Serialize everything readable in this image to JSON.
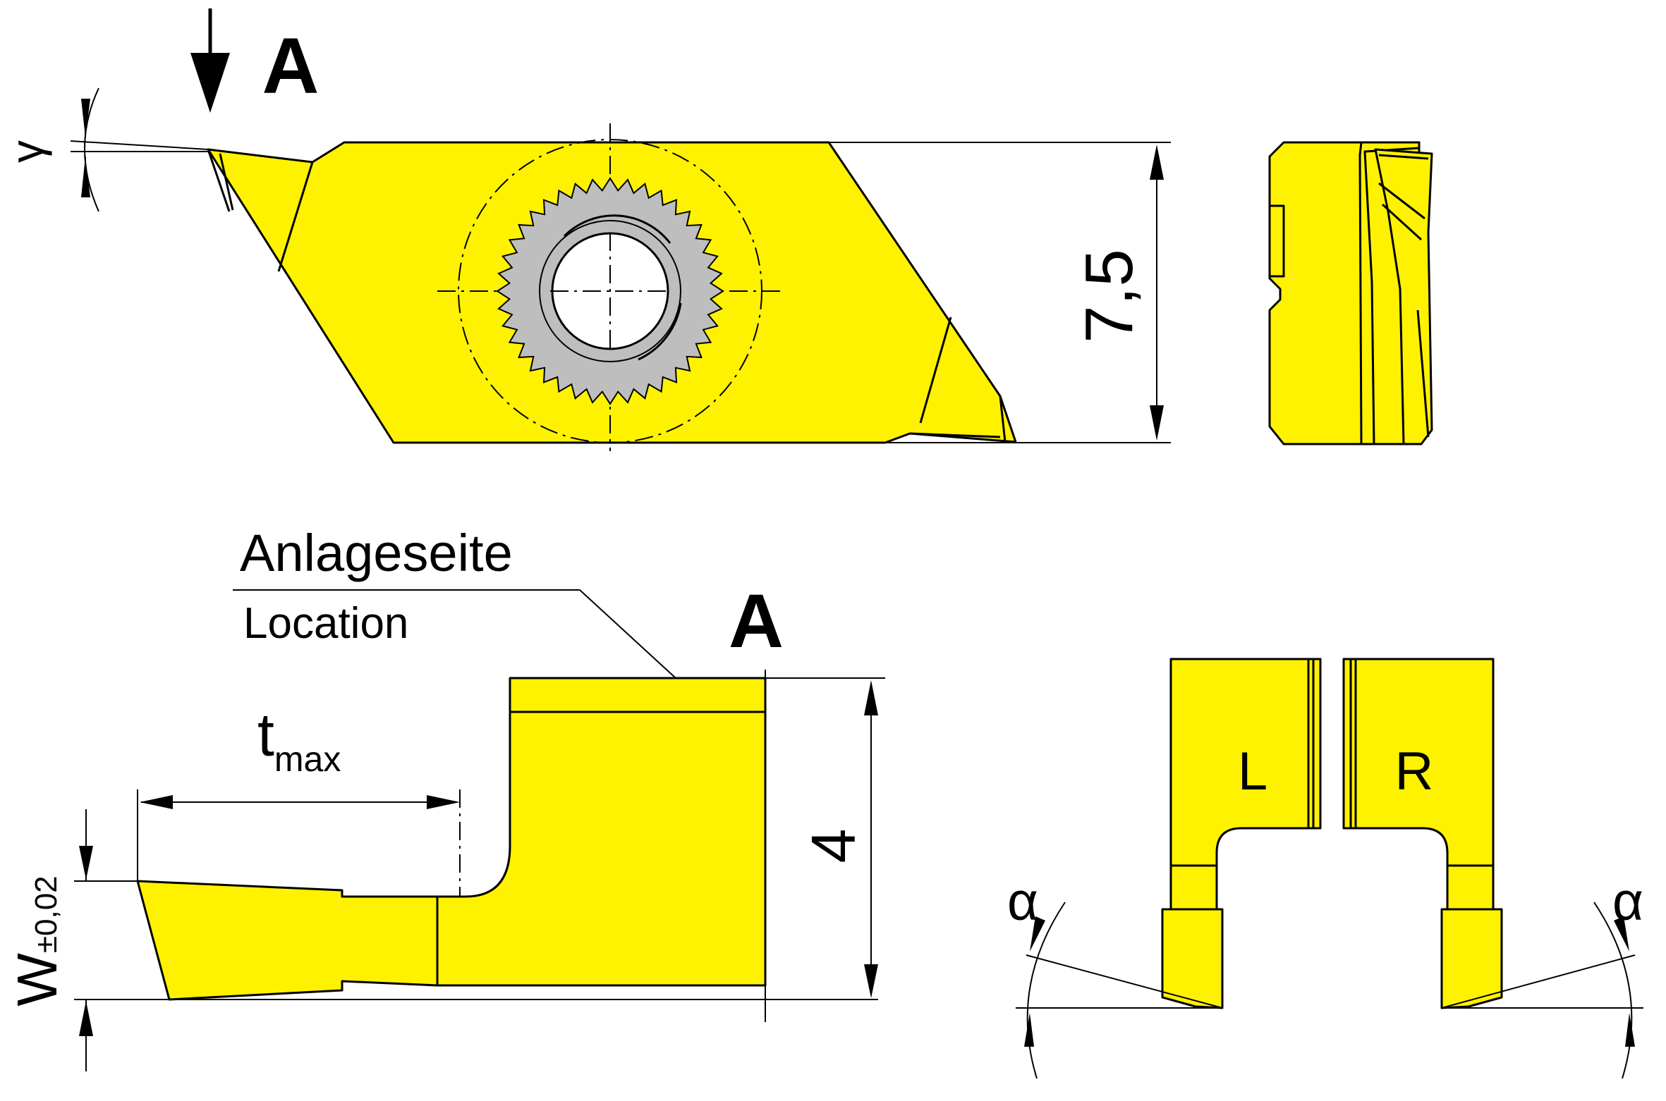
{
  "labels": {
    "view_arrow_top": "A",
    "view_arrow_bottom": "A",
    "gamma": "γ",
    "height_top": "7,5",
    "location_de": "Anlageseite",
    "location_en": "Location",
    "t_base": "t",
    "t_sub": "max",
    "w_base": "W",
    "w_sub": "±0,02",
    "height_side": "4",
    "alpha_left": "α",
    "alpha_right": "α",
    "hand_left": "L",
    "hand_right": "R"
  },
  "colors": {
    "insert_fill": "#FFF200",
    "hub_fill": "#BEBEBE",
    "line": "#000000"
  }
}
